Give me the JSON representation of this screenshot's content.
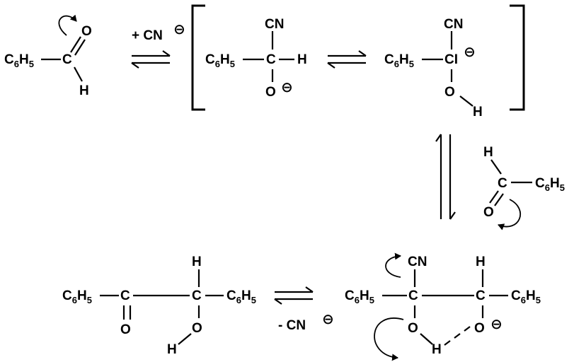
{
  "atoms": {
    "carbon": "C",
    "oxygen": "O",
    "hydrogen": "H",
    "cyano": "CN",
    "phenyl_c": "C",
    "phenyl_c_count": "6",
    "phenyl_h": "H",
    "phenyl_h_count": "5",
    "carbanion_c": "CI"
  },
  "reagents": {
    "add_cyanide": "+ CN",
    "remove_cyanide": "- CN"
  },
  "charges": {
    "negative": "⊖"
  }
}
